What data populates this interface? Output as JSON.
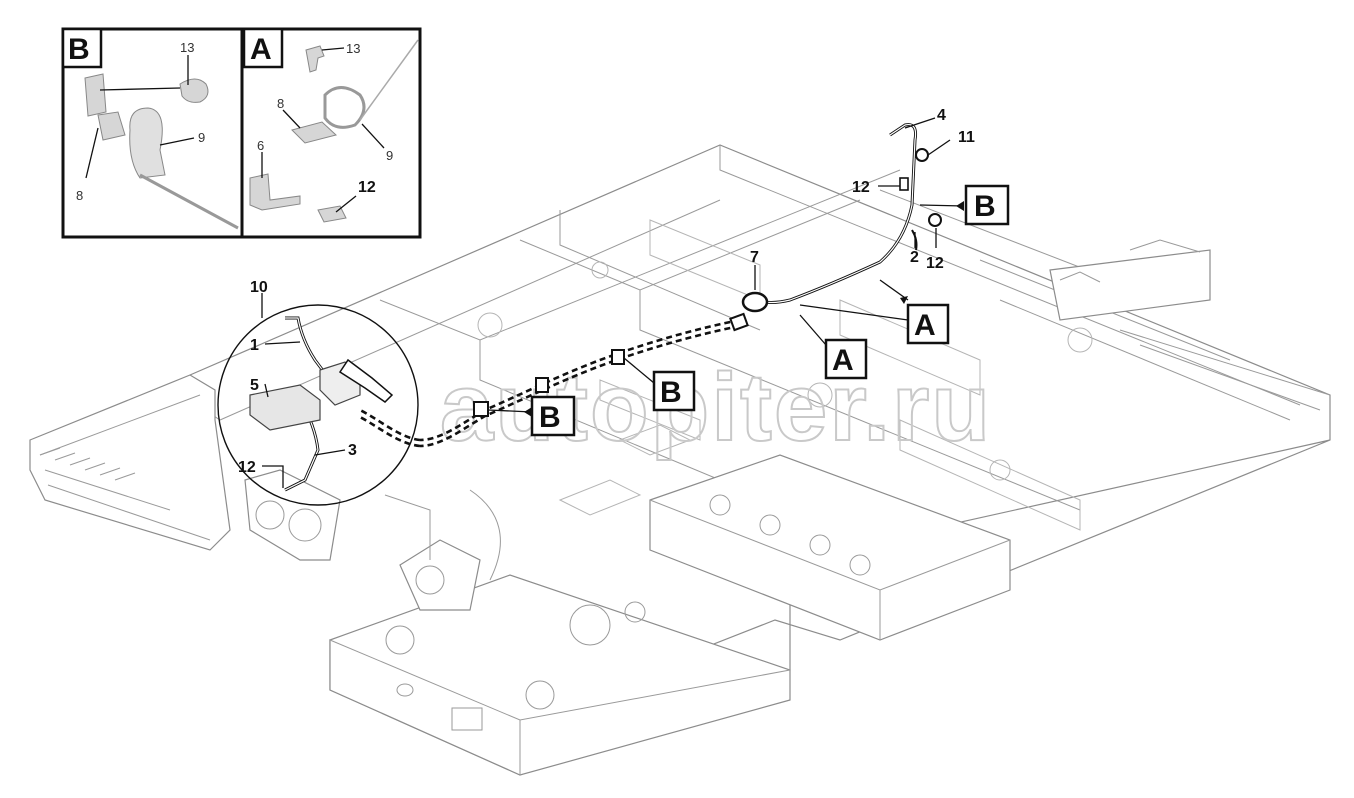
{
  "watermark": "autopiter.ru",
  "inset": {
    "panel_b": {
      "label": "B",
      "callouts": {
        "p13": "13",
        "p8": "8",
        "p9": "9"
      }
    },
    "panel_a": {
      "label": "A",
      "callouts": {
        "p13": "13",
        "p8": "8",
        "p9": "9",
        "p6": "6",
        "p12": "12"
      }
    }
  },
  "callouts": {
    "c4": "4",
    "c11": "11",
    "c12_top": "12",
    "c12_right": "12",
    "c2": "2",
    "c7": "7",
    "c10": "10",
    "c1": "1",
    "c5": "5",
    "c3": "3",
    "c12_left": "12"
  },
  "section_tags": {
    "b_top": "B",
    "a_right_1": "A",
    "a_right_2": "A",
    "b_mid": "B",
    "b_left": "B"
  }
}
